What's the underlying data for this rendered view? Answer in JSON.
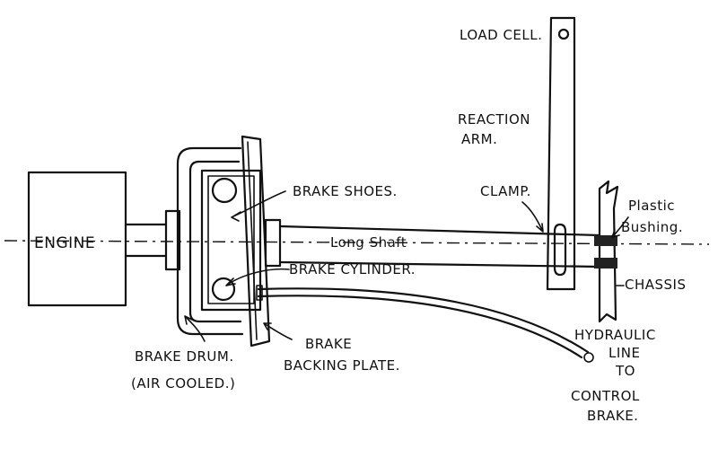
{
  "labels": {
    "engine": "ENGINE",
    "load_cell": "LOAD CELL.",
    "reaction_arm_1": "REACTION",
    "reaction_arm_2": "ARM.",
    "brake_shoes": "BRAKE SHOES.",
    "clamp": "CLAMP.",
    "plastic_bushing_1": "Plastic",
    "plastic_bushing_2": "Bushing.",
    "long_shaft": "Long Shaft",
    "brake_cylinder": "BRAKE CYLINDER.",
    "chassis": "CHASSIS",
    "hydraulic_1": "HYDRAULIC",
    "hydraulic_2": "LINE",
    "hydraulic_3": "TO",
    "control_1": "CONTROL",
    "control_2": "BRAKE.",
    "brake_drum_1": "BRAKE DRUM.",
    "brake_drum_2": "(AIR COOLED.)",
    "backing_plate_1": "BRAKE",
    "backing_plate_2": "BACKING PLATE."
  },
  "colors": {
    "ink": "#111111",
    "paper": "#ffffff"
  }
}
